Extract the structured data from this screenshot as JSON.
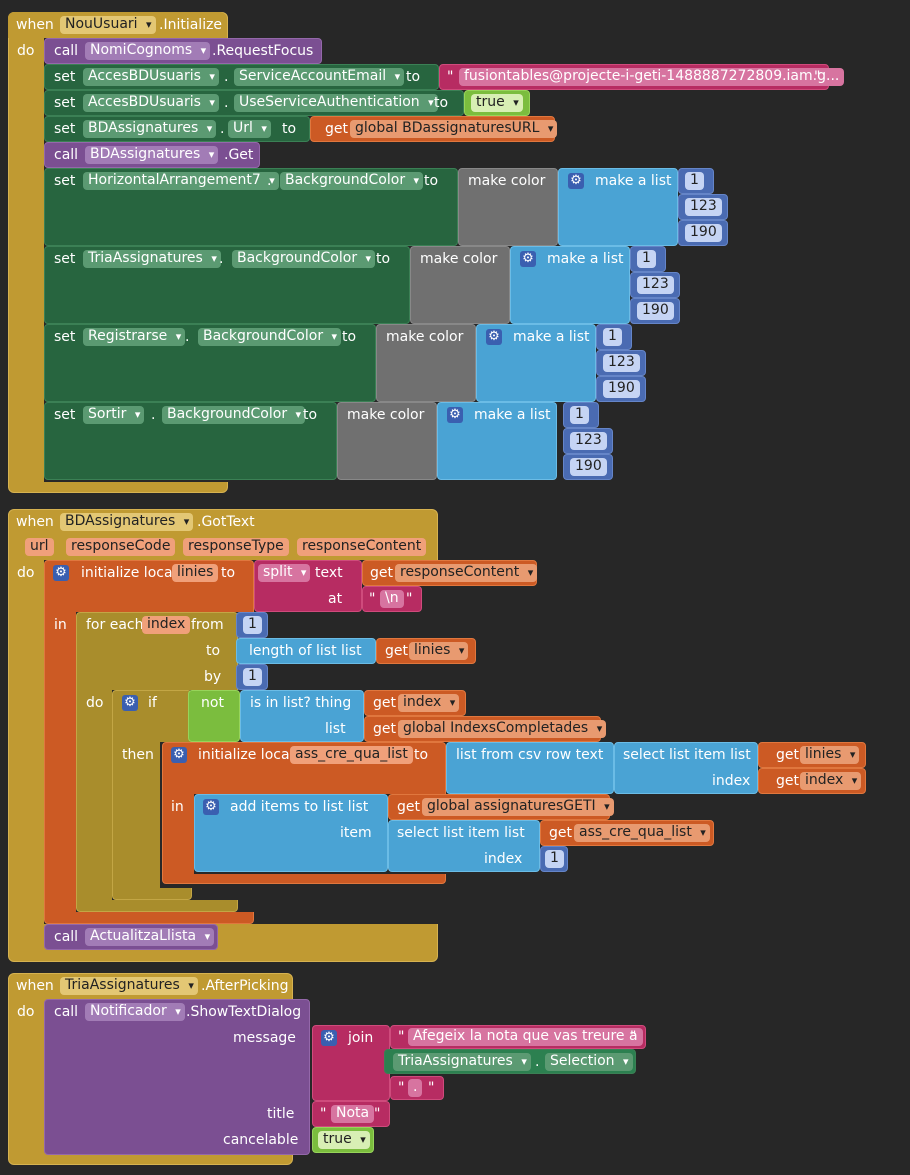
{
  "kw": {
    "when": "when",
    "do": "do",
    "call": "call",
    "set": "set",
    "to": "to",
    "get": "get",
    "dot": ".",
    "in": "in",
    "then": "then",
    "if": "if",
    "not": "not",
    "from": "from",
    "by": "by",
    "q": "\"",
    "make_color": "make color",
    "make_list": "make a list",
    "init_local": "initialize local",
    "split": "split",
    "text": "text",
    "at": "at",
    "for_each": "for each",
    "length_of_list": "length of list  list",
    "is_in_list": "is in list? thing",
    "list": "list",
    "list_from_csv": "list from csv row  text",
    "select_list_item": "select list item  list",
    "index": "index",
    "add_items": "add items to list   list",
    "item": "item",
    "join": "join",
    "message": "message",
    "title": "title",
    "cancelable": "cancelable"
  },
  "event1": {
    "component": "NouUsuari",
    "event": ".Initialize",
    "focus_component": "NomiCognoms",
    "focus_method": ".RequestFocus",
    "acces1_component": "AccesBDUsuaris",
    "acces1_prop": "ServiceAccountEmail",
    "acces1_value": "fusiontables@projecte-i-geti-1488887272809.iam.g...",
    "acces2_component": "AccesBDUsuaris",
    "acces2_prop": "UseServiceAuthentication",
    "acces2_value": "true",
    "url_component": "BDAssignatures",
    "url_prop": "Url",
    "url_value": "global BDassignaturesURL",
    "get_component": "BDAssignatures",
    "get_method": ".Get",
    "colors": [
      {
        "component": "HorizontalArrangement7",
        "prop": "BackgroundColor",
        "values": [
          "1",
          "123",
          "190"
        ]
      },
      {
        "component": "TriaAssignatures",
        "prop": "BackgroundColor",
        "values": [
          "1",
          "123",
          "190"
        ]
      },
      {
        "component": "Registrarse",
        "prop": "BackgroundColor",
        "values": [
          "1",
          "123",
          "190"
        ]
      },
      {
        "component": "Sortir",
        "prop": "BackgroundColor",
        "values": [
          "1",
          "123",
          "190"
        ]
      }
    ]
  },
  "event2": {
    "component": "BDAssignatures",
    "event": ".GotText",
    "params": [
      "url",
      "responseCode",
      "responseType",
      "responseContent"
    ],
    "local1": "linies",
    "split_text": "responseContent",
    "split_at": "\\n",
    "loop_var": "index",
    "from": "1",
    "length_var": "linies",
    "by": "1",
    "thing_var": "index",
    "list_var": "global IndexsCompletades",
    "local2": "ass_cre_qua_list",
    "select_list_var": "linies",
    "select_index_var": "index",
    "add_list": "global assignaturesGETI",
    "item_list": "ass_cre_qua_list",
    "item_index": "1",
    "update_call": "ActualitzaLlista"
  },
  "event3": {
    "component": "TriaAssignatures",
    "event": ".AfterPicking",
    "dialog_component": "Notificador",
    "dialog_method": ".ShowTextDialog",
    "join1": "Afegeix la nota que vas treure a ",
    "join2_component": "TriaAssignatures",
    "join2_prop": "Selection",
    "join3": ".",
    "title": "Nota",
    "cancelable": "true"
  }
}
